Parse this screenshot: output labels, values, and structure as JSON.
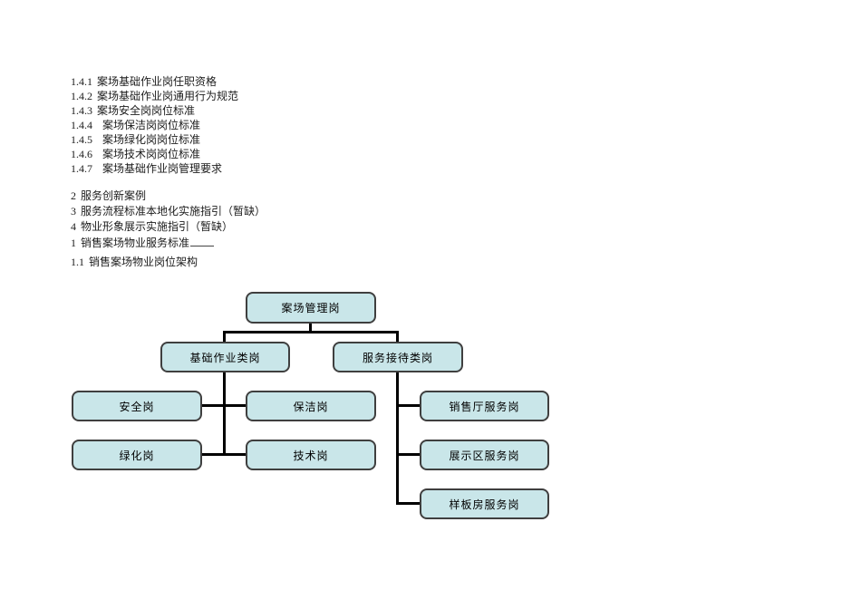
{
  "toc": {
    "section_detail": [
      {
        "num": "1.4.1",
        "text": "案场基础作业岗任职资格"
      },
      {
        "num": "1.4.2",
        "text": "案场基础作业岗通用行为规范"
      },
      {
        "num": "1.4.3",
        "text": "案场安全岗岗位标准"
      },
      {
        "num": "1.4.4",
        "text": "案场保洁岗岗位标准"
      },
      {
        "num": "1.4.5",
        "text": "案场绿化岗岗位标准"
      },
      {
        "num": "1.4.6",
        "text": "案场技术岗岗位标准"
      },
      {
        "num": "1.4.7",
        "text": "案场基础作业岗管理要求"
      }
    ],
    "section_main": [
      {
        "num": "2",
        "text": "服务创新案例"
      },
      {
        "num": "3",
        "text": "服务流程标准本地化实施指引（暂缺）"
      },
      {
        "num": "4",
        "text": "物业形象展示实施指引（暂缺）"
      },
      {
        "num": "1",
        "text": "销售案场物业服务标准"
      },
      {
        "num": "1.1",
        "text": "销售案场物业岗位架构"
      }
    ]
  },
  "org_chart": {
    "nodes": {
      "root": "案场管理岗",
      "basic_group": "基础作业类岗",
      "service_group": "服务接待类岗",
      "security": "安全岗",
      "cleaning": "保洁岗",
      "greening": "绿化岗",
      "technical": "技术岗",
      "sales_hall": "销售厅服务岗",
      "exhibition_area": "展示区服务岗",
      "model_room": "样板房服务岗"
    },
    "colors": {
      "node_fill": "#c9e6e9",
      "node_border": "#3f3f3f",
      "connector": "#000000",
      "text": "#1c1c1c"
    }
  }
}
